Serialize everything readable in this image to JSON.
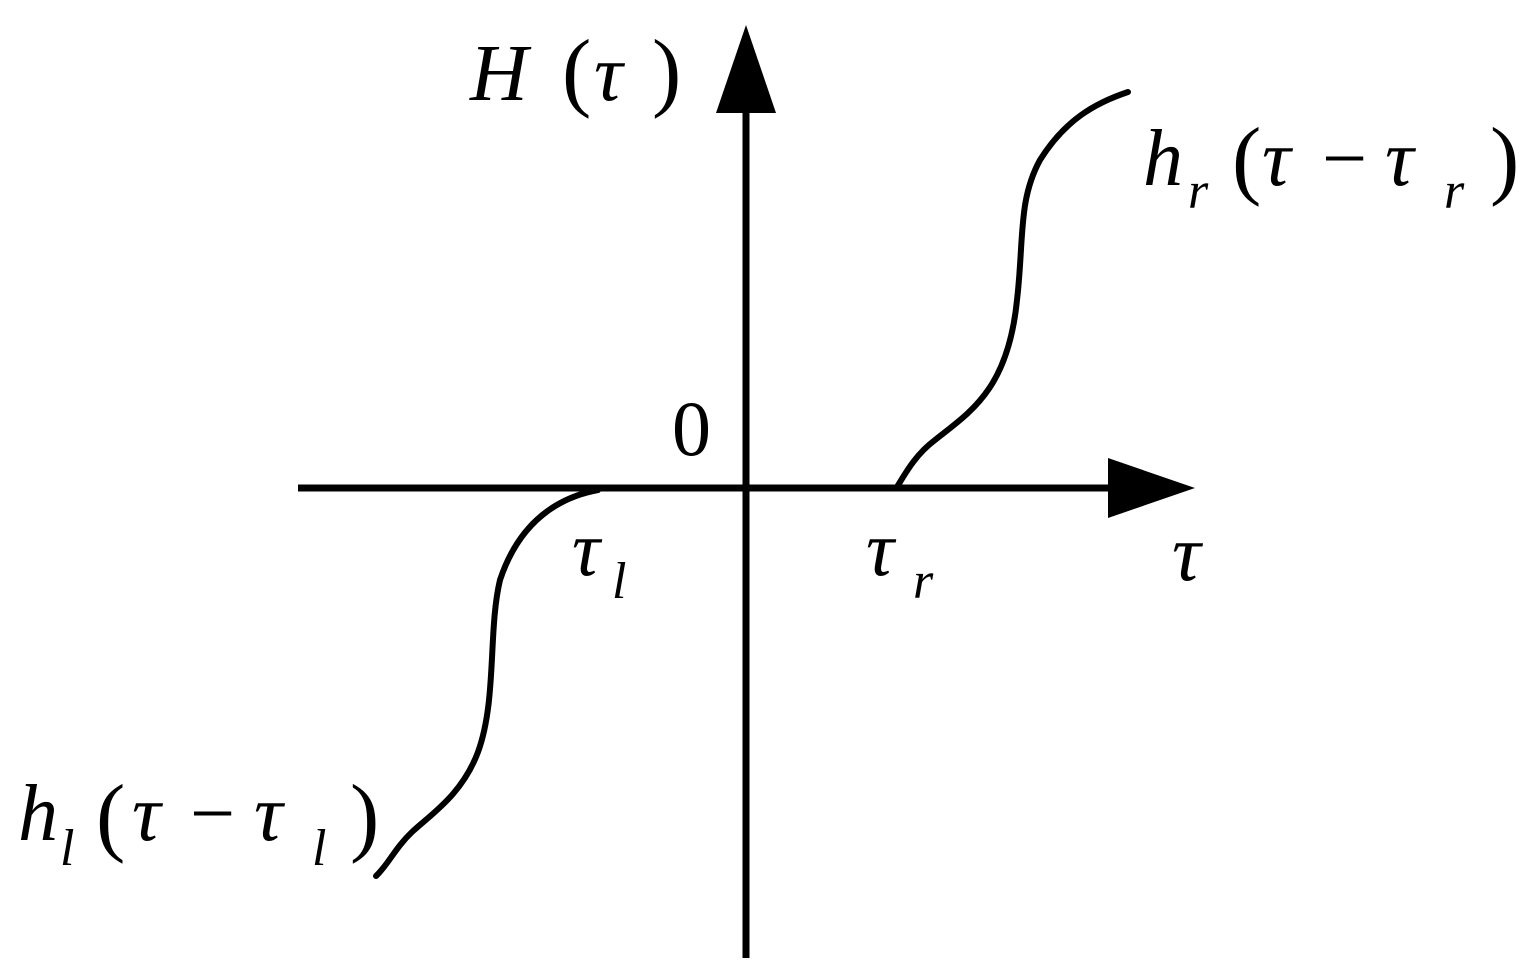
{
  "diagram": {
    "y_axis_label": {
      "func": "H",
      "open": "(",
      "arg": "τ",
      "close": ")"
    },
    "x_axis_label": "τ",
    "origin_label": "0",
    "tau_l": {
      "base": "τ",
      "sub": "l"
    },
    "tau_r": {
      "base": "τ",
      "sub": "r"
    },
    "curve_right_label": {
      "func": "h",
      "sub": "r",
      "open": "(",
      "tau": "τ",
      "minus": "−",
      "tau2": "τ",
      "sub2": "r",
      "close": ")"
    },
    "curve_left_label": {
      "func": "h",
      "sub": "l",
      "open": "(",
      "tau": "τ",
      "minus": "−",
      "tau2": "τ",
      "sub2": "l",
      "close": ")"
    }
  }
}
